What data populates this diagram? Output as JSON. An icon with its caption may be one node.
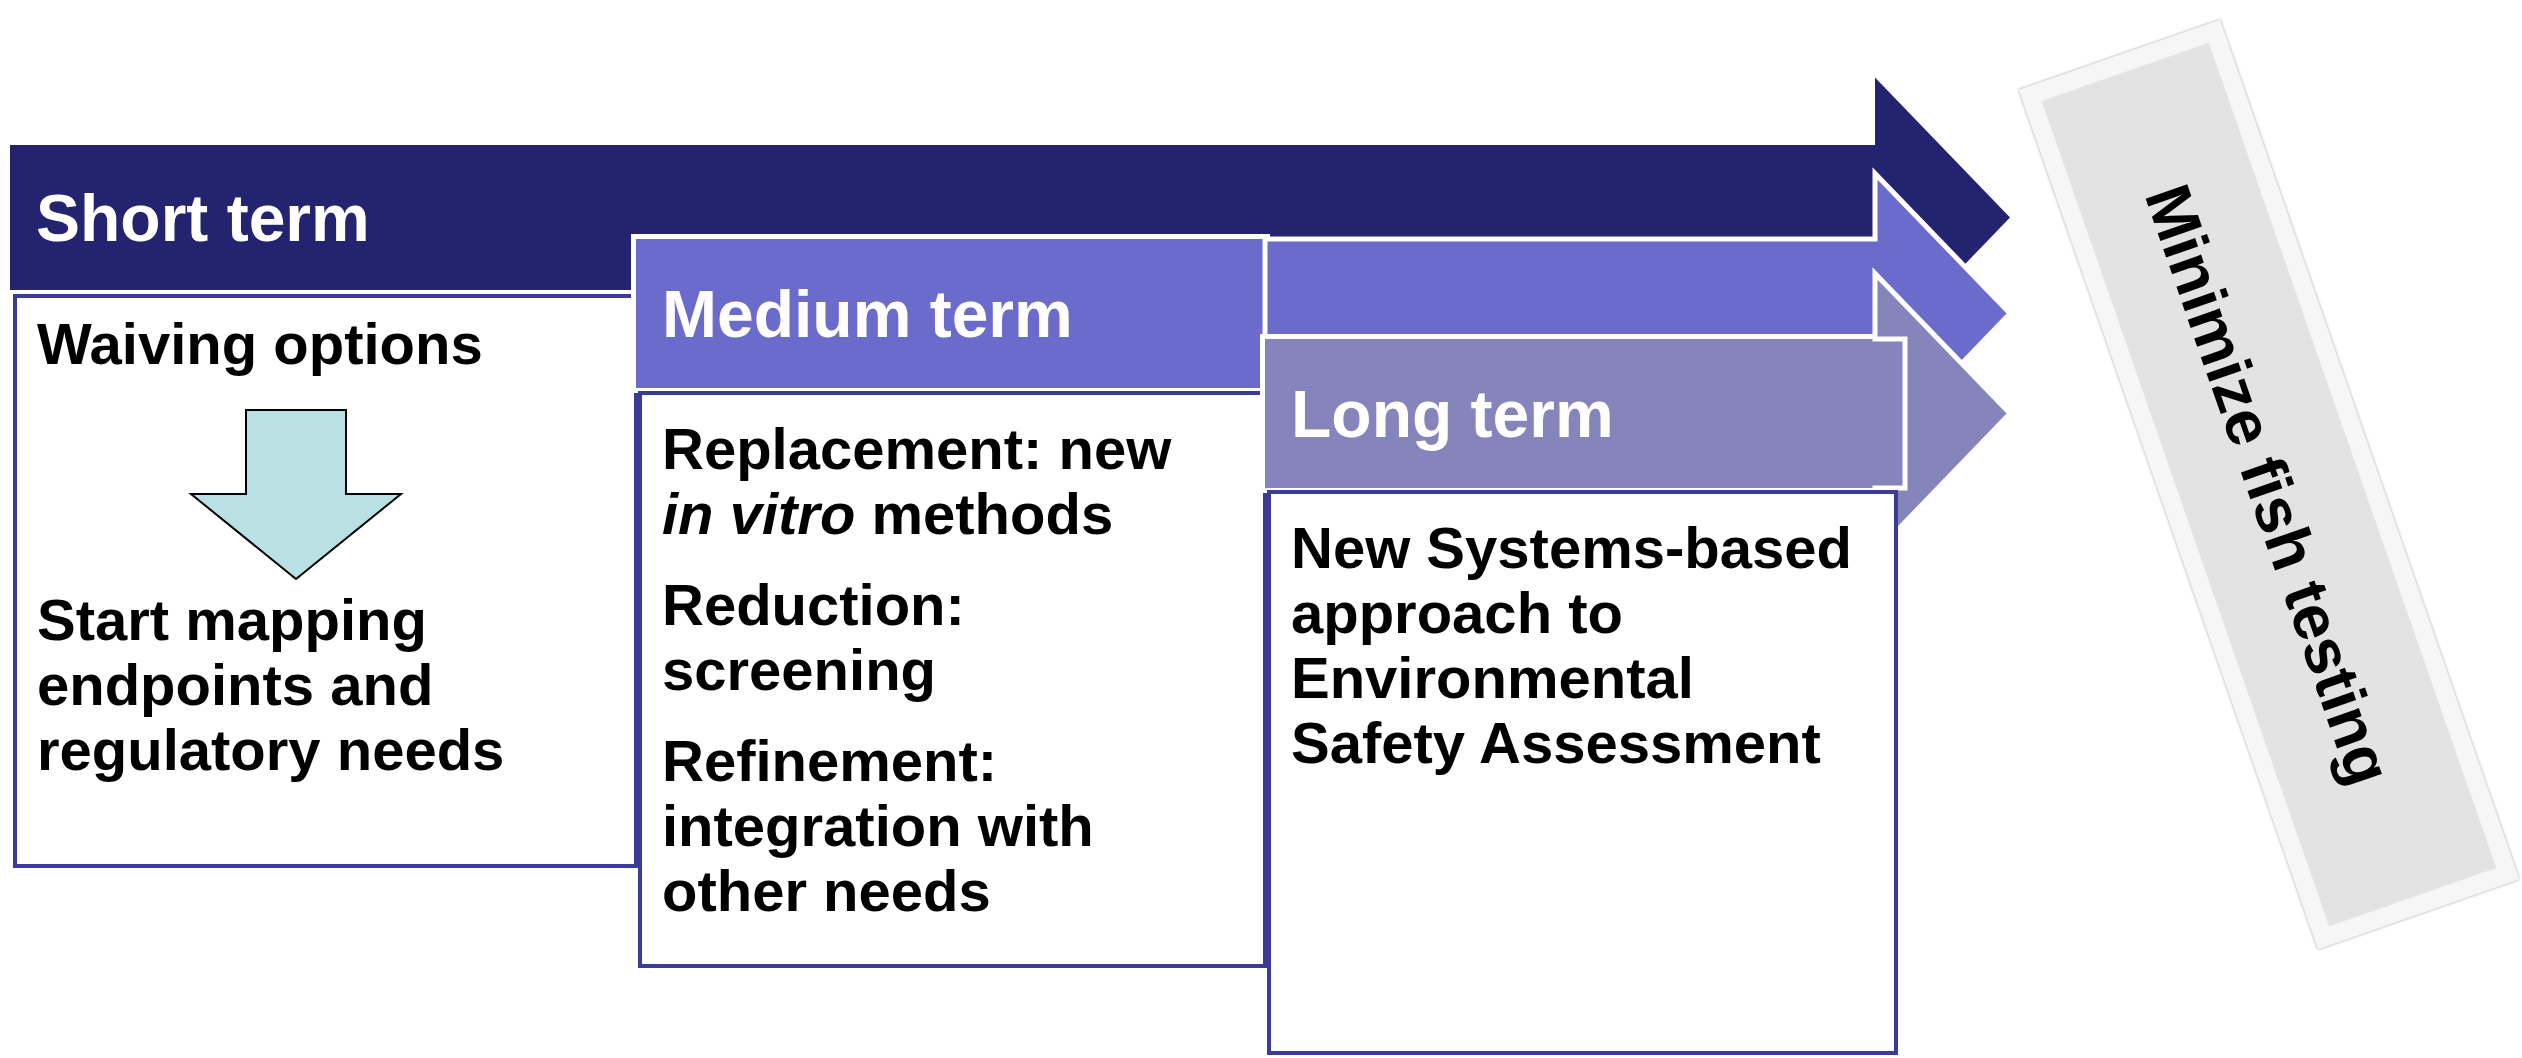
{
  "diagram": {
    "nodes": [
      {
        "text": [
          "Short term"
        ]
      },
      {
        "text": [],
        "shape": "box"
      },
      {
        "text": [
          "Waiving options"
        ],
        "in": 1
      },
      {
        "text": [
          "Start mapping endpoints and regulatory needs"
        ],
        "in": 1
      },
      {
        "text": [
          "Medium term"
        ]
      },
      {
        "text": [
          "Replacement: new *in vitro* methods",
          "Reduction: screening",
          "Refinement: integration with other needs"
        ]
      },
      {
        "text": [
          "Long term"
        ]
      },
      {
        "text": [
          "New Systems-based approach to Environmental Safety Assessment"
        ]
      },
      {
        "text": [
          "Minimize fish testing"
        ]
      }
    ],
    "edges": [
      {
        "from": 2,
        "to": 3,
        "arrow": "to",
        "color": "#b9e0e3"
      },
      {
        "from": 0,
        "to": 8,
        "arrow": "to",
        "color": "#24236f"
      },
      {
        "from": 4,
        "to": 8,
        "arrow": "to",
        "color": "#6b6bcc"
      },
      {
        "from": 6,
        "to": 8,
        "arrow": "to",
        "color": "#8585bb"
      }
    ]
  }
}
